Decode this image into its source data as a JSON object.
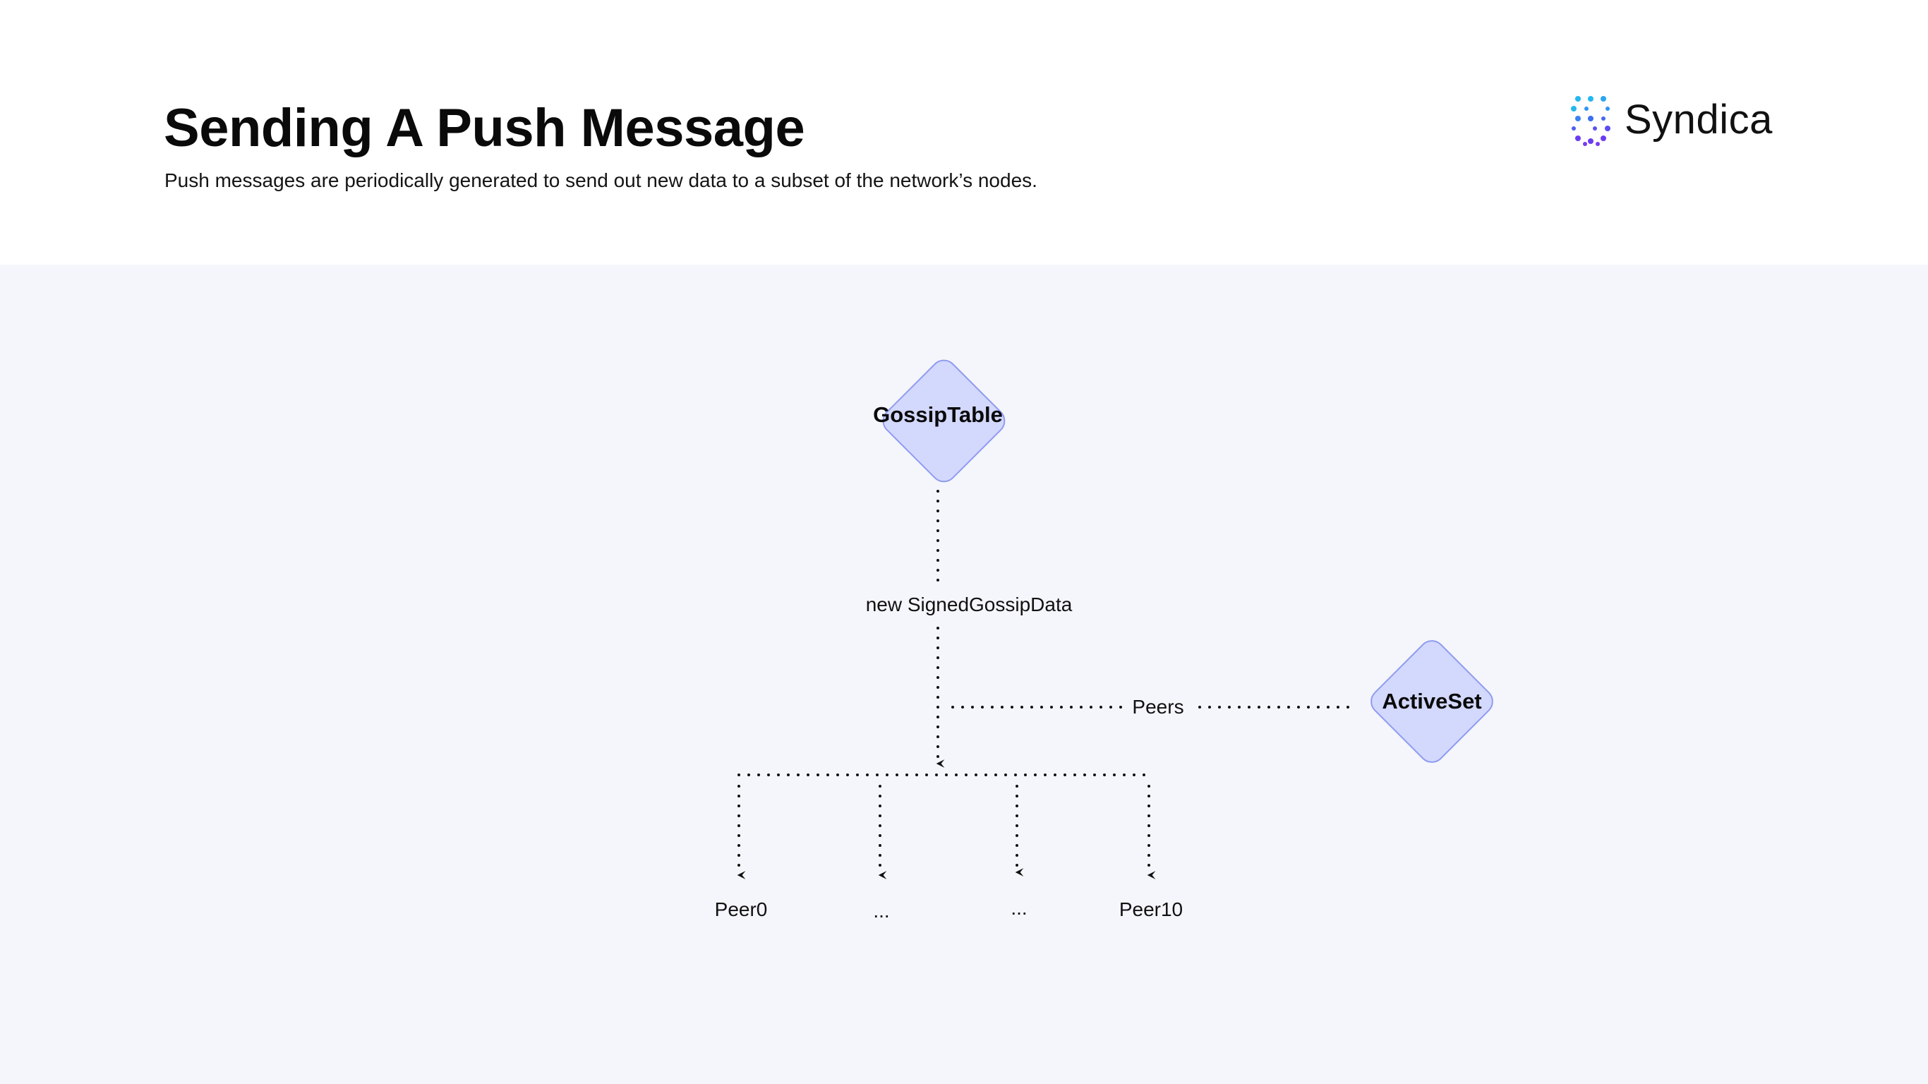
{
  "header": {
    "title": "Sending A Push Message",
    "subtitle": "Push messages are periodically generated to send out new data to a subset of the network’s nodes."
  },
  "logo": {
    "text": "Syndica",
    "icon": "syndica-logo-icon",
    "colors": [
      "#22b8f0",
      "#3b6ff0",
      "#6a3df0"
    ]
  },
  "diagram": {
    "nodes": {
      "gossip_table": "GossipTable",
      "active_set": "ActiveSet"
    },
    "edges": {
      "new_data": "new SignedGossipData",
      "peers": "Peers"
    },
    "peers": [
      "Peer0",
      "...",
      "...",
      "Peer10"
    ],
    "colors": {
      "node_fill": "#d3d8fd",
      "node_stroke": "#8f9cf0",
      "background": "#f5f6fb",
      "edge": "#111111"
    }
  }
}
